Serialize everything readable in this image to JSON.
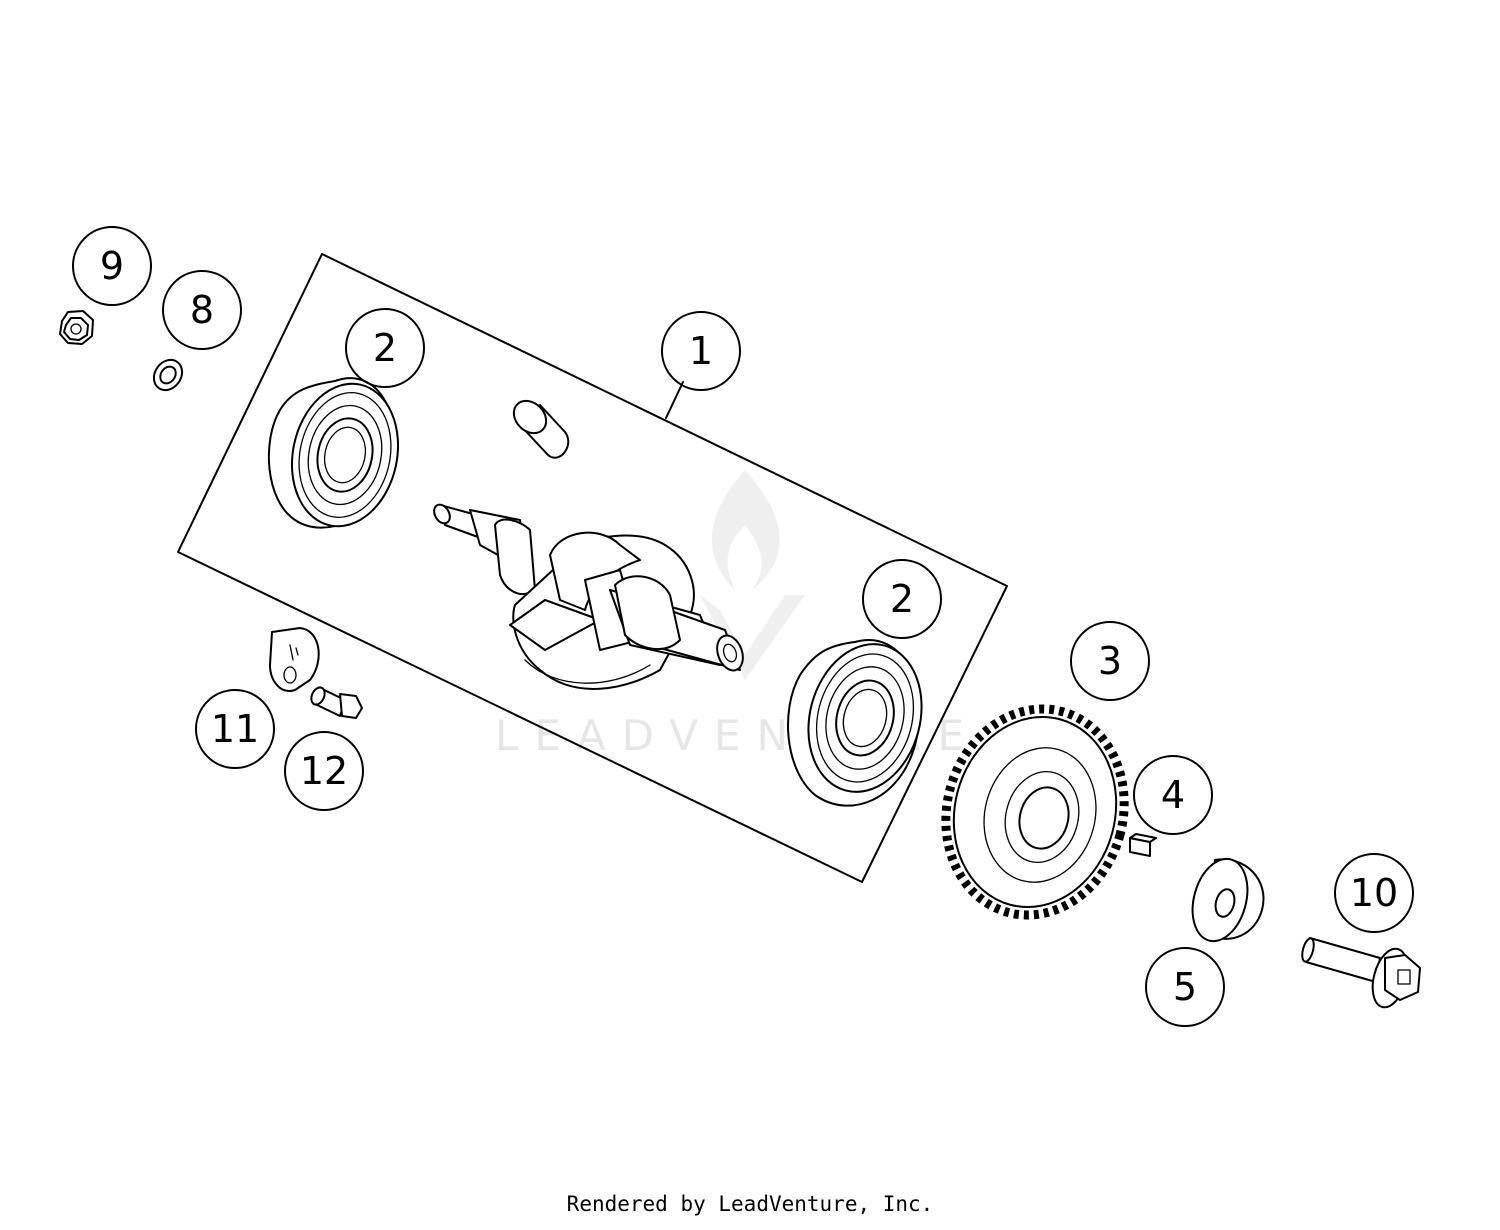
{
  "diagram": {
    "callouts": [
      {
        "id": "c9",
        "label": "9"
      },
      {
        "id": "c8",
        "label": "8"
      },
      {
        "id": "c2a",
        "label": "2"
      },
      {
        "id": "c1",
        "label": "1"
      },
      {
        "id": "c2b",
        "label": "2"
      },
      {
        "id": "c3",
        "label": "3"
      },
      {
        "id": "c4",
        "label": "4"
      },
      {
        "id": "c10",
        "label": "10"
      },
      {
        "id": "c5",
        "label": "5"
      },
      {
        "id": "c11",
        "label": "11"
      },
      {
        "id": "c12",
        "label": "12"
      }
    ],
    "watermark": {
      "text": "LEADVENTURE"
    },
    "footer": "Rendered by LeadVenture, Inc."
  }
}
